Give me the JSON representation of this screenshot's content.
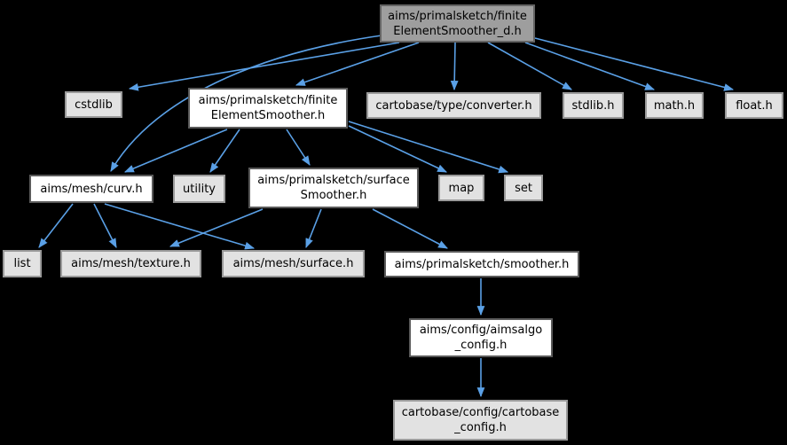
{
  "diagram": {
    "type": "include-dependency-graph",
    "colors": {
      "background": "#000000",
      "edge": "#5aa0e6",
      "focus_node_fill": "#9e9e9e",
      "documented_node_fill": "#ffffff",
      "external_node_fill": "#e2e2e2"
    },
    "nodes": [
      {
        "id": "finiteElementSmoother_d",
        "line1": "aims/primalsketch/finite",
        "line2": "ElementSmoother_d.h"
      },
      {
        "id": "cstdlib",
        "line1": "cstdlib"
      },
      {
        "id": "finiteElementSmoother",
        "line1": "aims/primalsketch/finite",
        "line2": "ElementSmoother.h"
      },
      {
        "id": "converter",
        "line1": "cartobase/type/converter.h"
      },
      {
        "id": "stdlib",
        "line1": "stdlib.h"
      },
      {
        "id": "math",
        "line1": "math.h"
      },
      {
        "id": "float",
        "line1": "float.h"
      },
      {
        "id": "curv",
        "line1": "aims/mesh/curv.h"
      },
      {
        "id": "utility",
        "line1": "utility"
      },
      {
        "id": "surfaceSmoother",
        "line1": "aims/primalsketch/surface",
        "line2": "Smoother.h"
      },
      {
        "id": "map",
        "line1": "map"
      },
      {
        "id": "set",
        "line1": "set"
      },
      {
        "id": "list",
        "line1": "list"
      },
      {
        "id": "texture",
        "line1": "aims/mesh/texture.h"
      },
      {
        "id": "surface",
        "line1": "aims/mesh/surface.h"
      },
      {
        "id": "smoother",
        "line1": "aims/primalsketch/smoother.h"
      },
      {
        "id": "aimsalgo_config",
        "line1": "aims/config/aimsalgo",
        "line2": "_config.h"
      },
      {
        "id": "cartobase_config",
        "line1": "cartobase/config/cartobase",
        "line2": "_config.h"
      }
    ],
    "edges": [
      {
        "from": "finiteElementSmoother_d",
        "to": "cstdlib"
      },
      {
        "from": "finiteElementSmoother_d",
        "to": "curv"
      },
      {
        "from": "finiteElementSmoother_d",
        "to": "finiteElementSmoother"
      },
      {
        "from": "finiteElementSmoother_d",
        "to": "converter"
      },
      {
        "from": "finiteElementSmoother_d",
        "to": "stdlib"
      },
      {
        "from": "finiteElementSmoother_d",
        "to": "math"
      },
      {
        "from": "finiteElementSmoother_d",
        "to": "float"
      },
      {
        "from": "finiteElementSmoother",
        "to": "curv"
      },
      {
        "from": "finiteElementSmoother",
        "to": "utility"
      },
      {
        "from": "finiteElementSmoother",
        "to": "surfaceSmoother"
      },
      {
        "from": "finiteElementSmoother",
        "to": "map"
      },
      {
        "from": "finiteElementSmoother",
        "to": "set"
      },
      {
        "from": "curv",
        "to": "list"
      },
      {
        "from": "curv",
        "to": "texture"
      },
      {
        "from": "curv",
        "to": "surface"
      },
      {
        "from": "surfaceSmoother",
        "to": "texture"
      },
      {
        "from": "surfaceSmoother",
        "to": "surface"
      },
      {
        "from": "surfaceSmoother",
        "to": "smoother"
      },
      {
        "from": "smoother",
        "to": "aimsalgo_config"
      },
      {
        "from": "aimsalgo_config",
        "to": "cartobase_config"
      }
    ]
  }
}
